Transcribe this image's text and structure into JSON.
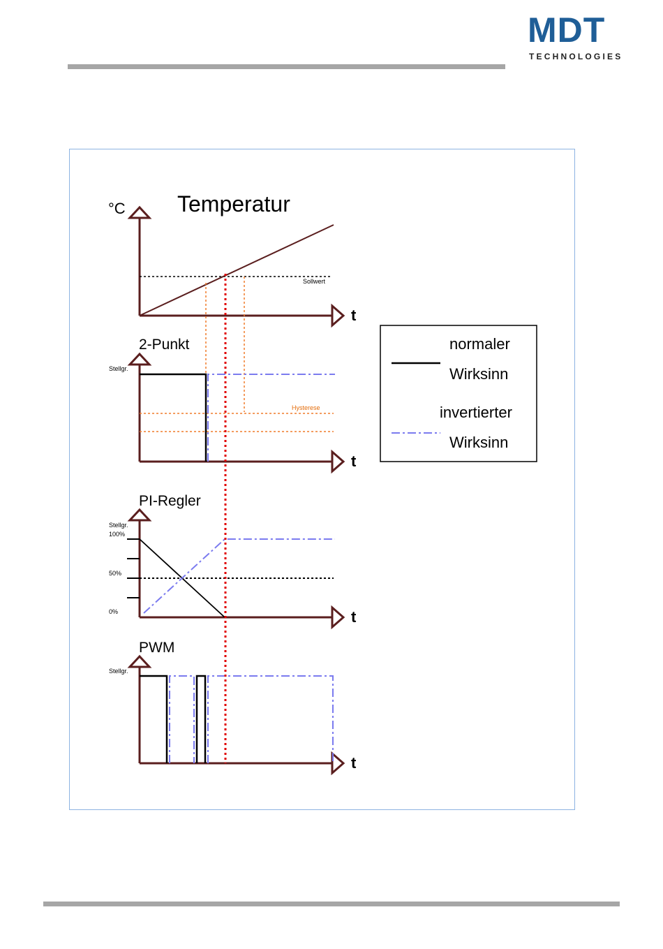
{
  "logo": {
    "name": "MDT",
    "subtitle": "TECHNOLOGIES"
  },
  "diagram": {
    "title": "Temperatur",
    "temp_unit": "°C",
    "time_label": "t",
    "setpoint_label": "Sollwert",
    "hysteresis_label": "Hysterese",
    "stellgr_label": "Stellgr.",
    "sections": {
      "two_point": "2-Punkt",
      "pi": "PI-Regler",
      "pwm": "PWM"
    },
    "pi_ticks": [
      "100%",
      "50%",
      "0%"
    ],
    "legend": {
      "normal_line1": "normaler",
      "normal_line2": "Wirksinn",
      "inverted_line1": "invertierter",
      "inverted_line2": "Wirksinn"
    },
    "colors": {
      "axis": "#5a1e1e",
      "normal": "#000000",
      "inverted": "#7b7bef",
      "marker": "#e00000",
      "hysteresis": "#f07c2a"
    }
  }
}
